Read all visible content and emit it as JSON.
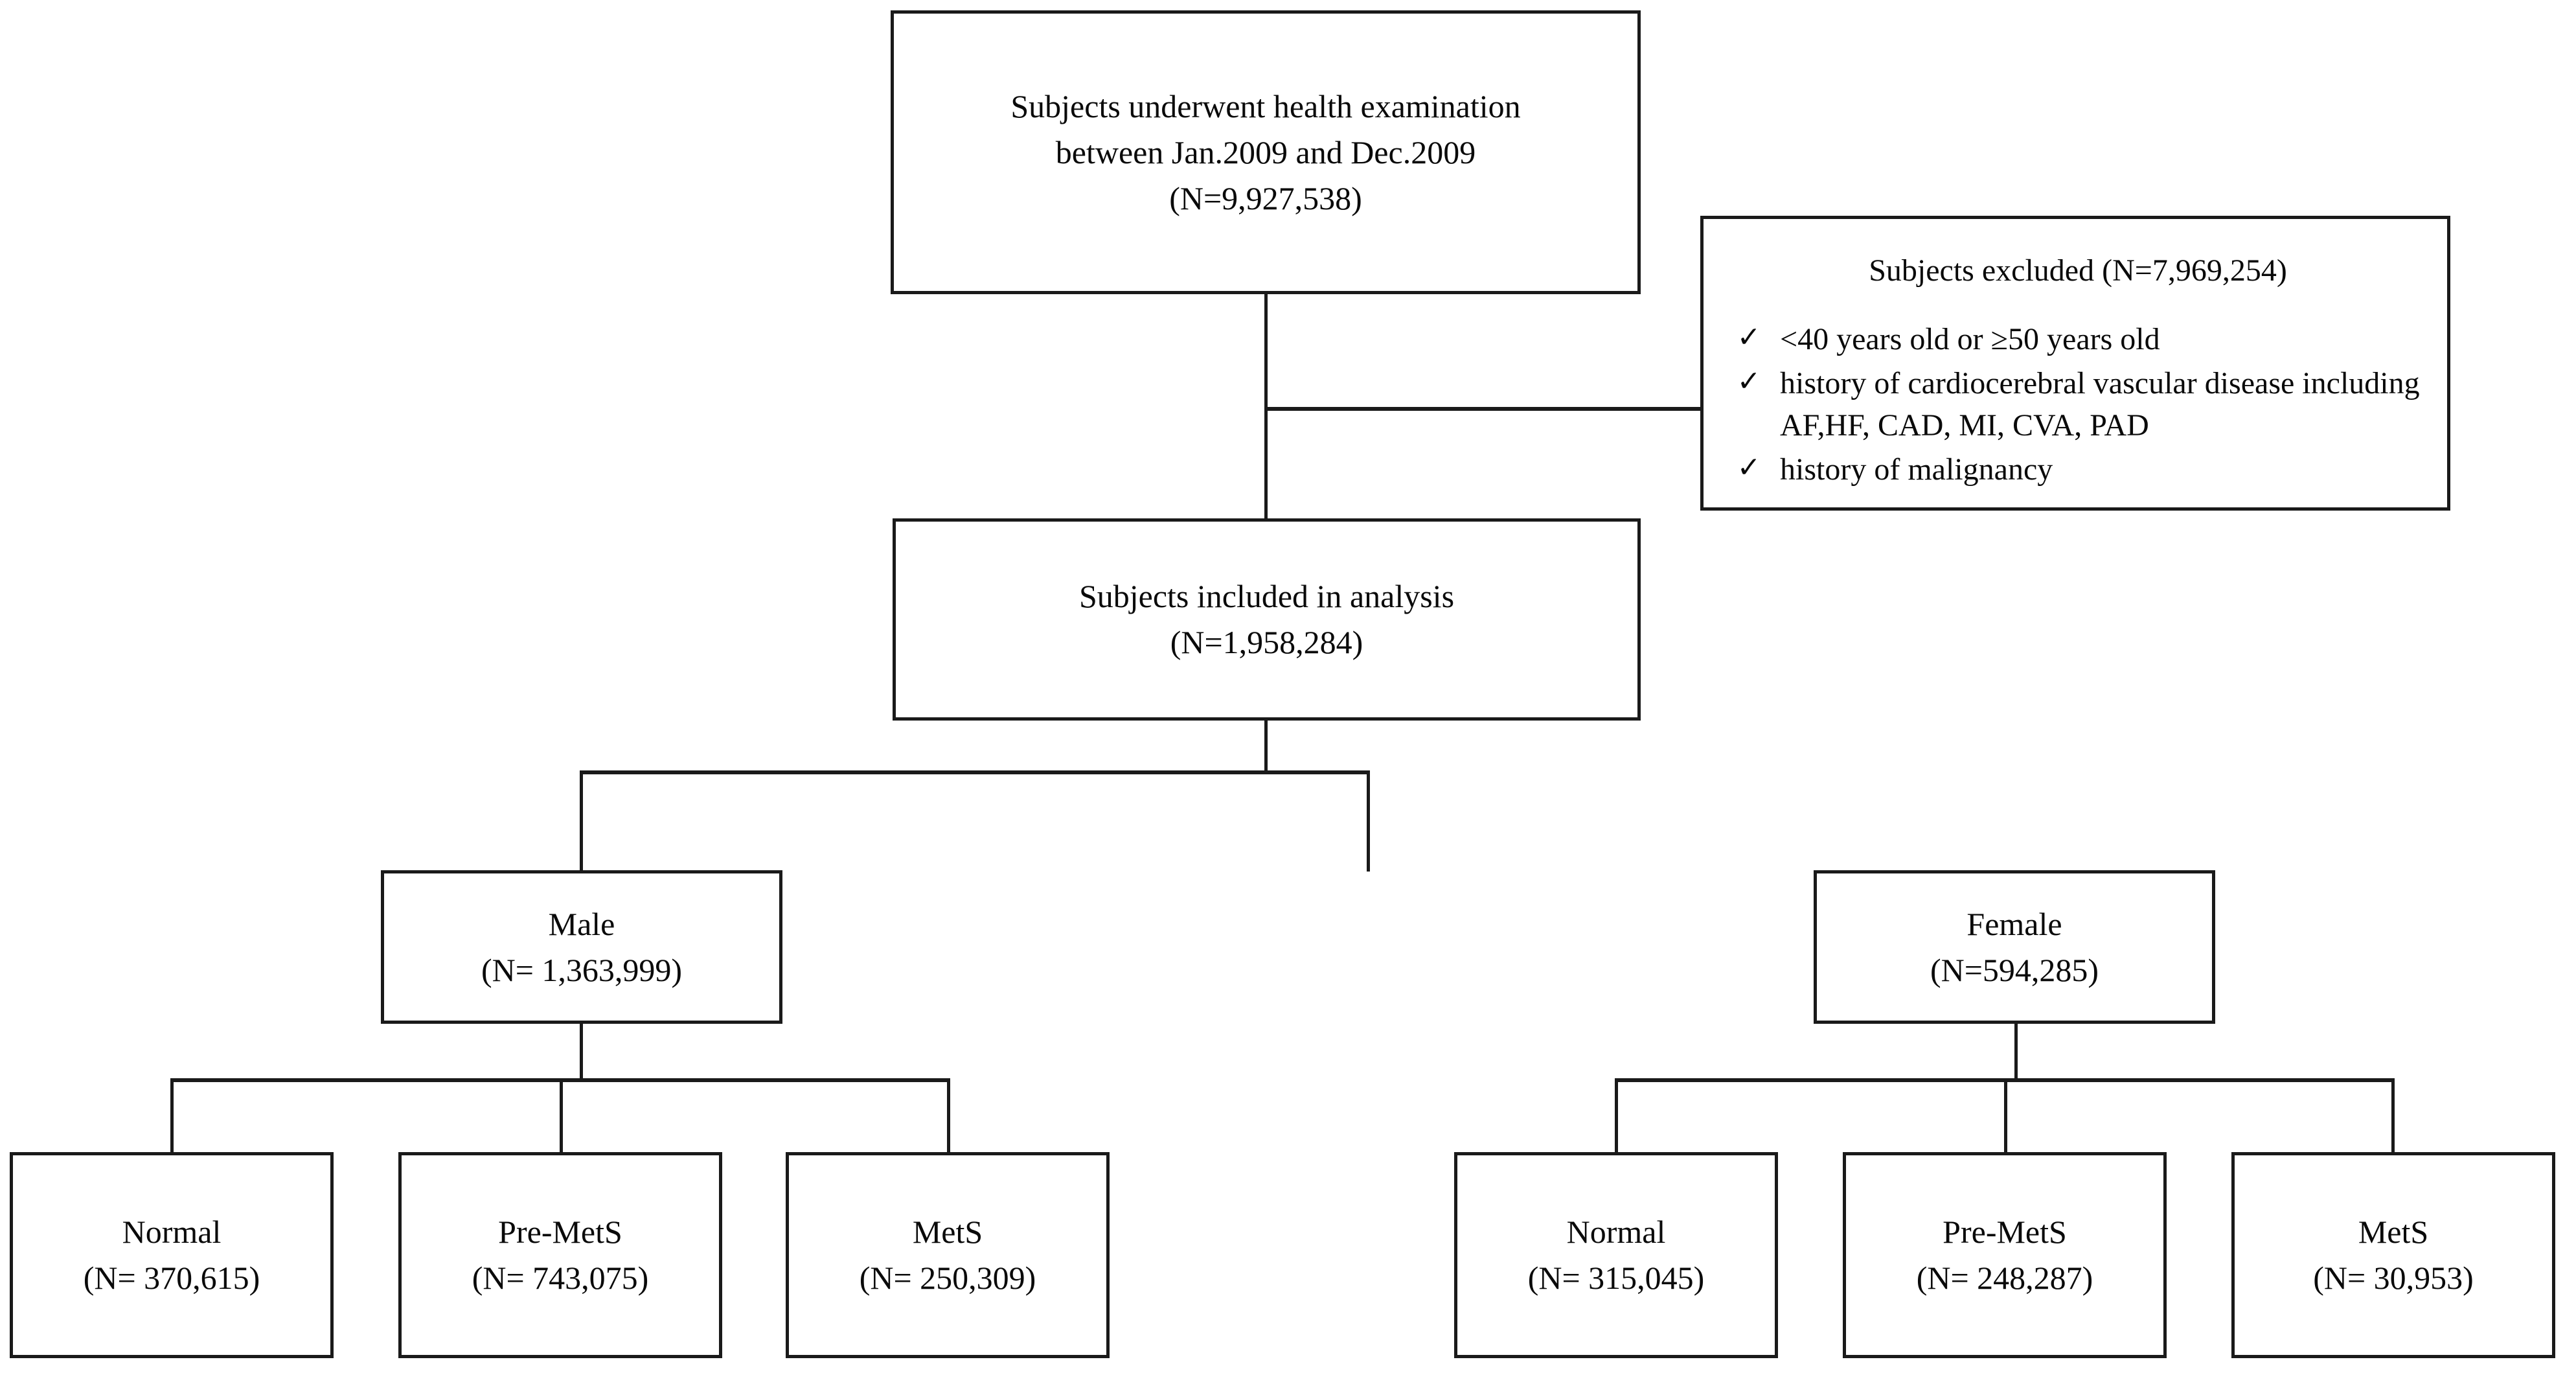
{
  "diagram": {
    "title": "Study population selection flow",
    "nodes": {
      "enrolled": {
        "line1": "Subjects underwent health examination",
        "line2": "between Jan.2009 and Dec.2009",
        "line3": "(N=9,927,538)"
      },
      "excluded": {
        "title": "Subjects excluded (N=7,969,254)",
        "check_icon": "✓",
        "criteria": [
          "<40 years old or ≥50 years old",
          "history of cardiocerebral vascular disease including AF,HF, CAD, MI, CVA, PAD",
          "history of malignancy"
        ]
      },
      "included": {
        "line1": "Subjects included in analysis",
        "line2": "(N=1,958,284)"
      },
      "male": {
        "label": "Male",
        "count": "(N= 1,363,999)"
      },
      "female": {
        "label": "Female",
        "count": "(N=594,285)"
      }
    },
    "male_groups": [
      {
        "label": "Normal",
        "count": "(N= 370,615)"
      },
      {
        "label": "Pre-MetS",
        "count": "(N= 743,075)"
      },
      {
        "label": "MetS",
        "count": "(N= 250,309)"
      }
    ],
    "female_groups": [
      {
        "label": "Normal",
        "count": "(N= 315,045)"
      },
      {
        "label": "Pre-MetS",
        "count": "(N= 248,287)"
      },
      {
        "label": "MetS",
        "count": "(N= 30,953)"
      }
    ]
  }
}
